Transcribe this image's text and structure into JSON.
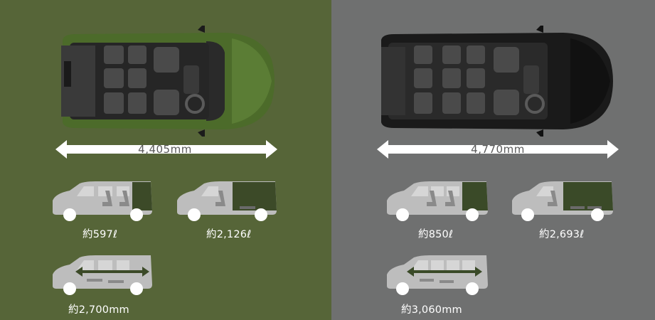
{
  "variants": [
    {
      "id": "standard",
      "overall_length": "4,405mm",
      "cargo_seats_up": "約597ℓ",
      "cargo_seats_folded": "約2,126ℓ",
      "interior_length": "約2,700mm",
      "colors": {
        "panel": "#566538",
        "body": "#4c6b2a",
        "cargo_fill": "#3c4a28"
      }
    },
    {
      "id": "long",
      "overall_length": "4,770mm",
      "cargo_seats_up": "約850ℓ",
      "cargo_seats_folded": "約2,693ℓ",
      "interior_length": "約3,060mm",
      "colors": {
        "panel": "#6f7070",
        "body": "#1a1a1a",
        "cargo_fill": "#3a4a28"
      }
    }
  ]
}
